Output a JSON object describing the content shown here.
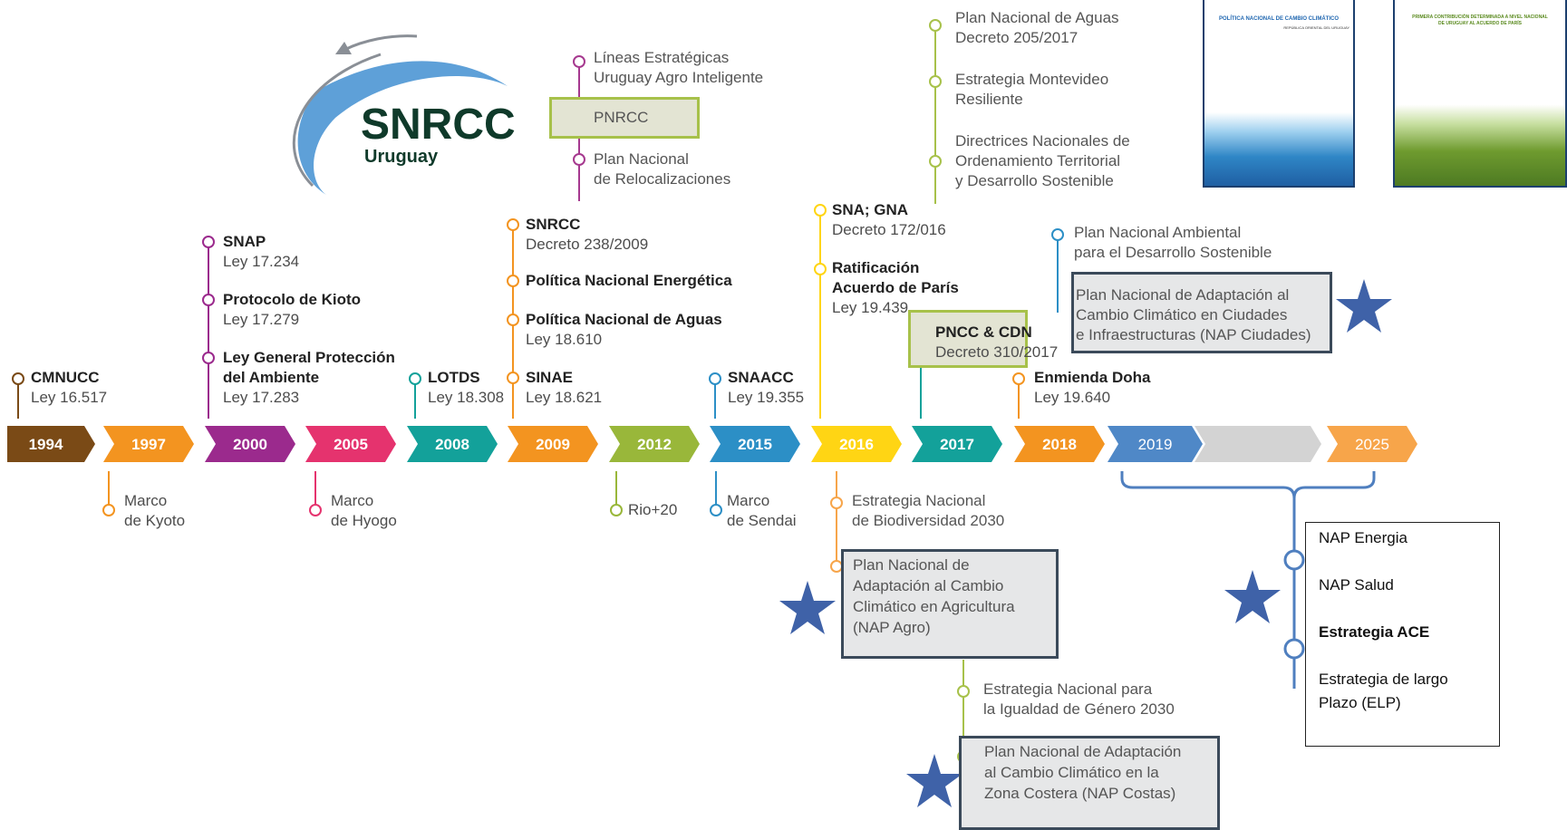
{
  "logo": {
    "text": "SNRCC",
    "subtext": "Uruguay"
  },
  "timeline": {
    "years": [
      "1994",
      "1997",
      "2000",
      "2005",
      "2008",
      "2009",
      "2012",
      "2015",
      "2016",
      "2017",
      "2018",
      "2019",
      "",
      "2025"
    ],
    "colors": [
      "#7a4a16",
      "#f39420",
      "#9b2a8d",
      "#e5336e",
      "#13a19a",
      "#f39420",
      "#99b73a",
      "#2c8fc6",
      "#ffd514",
      "#13a19a",
      "#f39420",
      "#4f88c7",
      "#d3d3d3",
      "#f7a54a"
    ]
  },
  "above": {
    "1994": {
      "title": "CMNUCC",
      "sub": "Ley 16.517"
    },
    "2000": [
      {
        "title": "SNAP",
        "sub": "Ley 17.234"
      },
      {
        "title": "Protocolo de Kioto",
        "sub": "Ley 17.279"
      },
      {
        "title1": "Ley General Protección",
        "title2": "del Ambiente",
        "sub": "Ley 17.283"
      }
    ],
    "2008": {
      "title": "LOTDS",
      "sub": "Ley 18.308"
    },
    "2009": [
      {
        "title": "SNRCC",
        "sub": "Decreto 238/2009"
      },
      {
        "title": "Política Nacional Energética"
      },
      {
        "title": "Política Nacional de Aguas",
        "sub": "Ley 18.610"
      },
      {
        "title": "SINAE",
        "sub": "Ley 18.621"
      }
    ],
    "2009_top": [
      {
        "l1": "Líneas Estratégicas",
        "l2": "Uruguay Agro Inteligente"
      },
      {
        "l1": "PNRCC"
      },
      {
        "l1": "Plan Nacional",
        "l2": "de Relocalizaciones"
      }
    ],
    "2015": {
      "title": "SNAACC",
      "sub": "Ley 19.355"
    },
    "2016": [
      {
        "title": "SNA; GNA",
        "sub": "Decreto 172/016"
      },
      {
        "title1": "Ratificación",
        "title2": "Acuerdo de París",
        "sub": "Ley 19.439"
      }
    ],
    "2017": {
      "title": "PNCC & CDN",
      "sub": "Decreto 310/2017"
    },
    "2017_top": [
      {
        "l1": "Plan Nacional de Aguas",
        "l2": "Decreto 205/2017"
      },
      {
        "l1": "Estrategia Montevideo",
        "l2": "Resiliente"
      },
      {
        "l1": "Directrices Nacionales de",
        "l2": "Ordenamiento Territorial",
        "l3": "y Desarrollo Sostenible"
      }
    ],
    "2018": [
      {
        "l1": "Plan Nacional Ambiental",
        "l2": "para el Desarrollo Sostenible"
      },
      {
        "l1": "Plan Nacional de Adaptación al",
        "l2": "Cambio Climático en Ciudades",
        "l3": "e Infraestructuras (NAP Ciudades)"
      },
      {
        "title": "Enmienda Doha",
        "sub": "Ley 19.640"
      }
    ]
  },
  "below": {
    "1997": {
      "l1": "Marco",
      "l2": "de Kyoto"
    },
    "2005": {
      "l1": "Marco",
      "l2": "de Hyogo"
    },
    "2012": {
      "l1": "Rio+20"
    },
    "2015": {
      "l1": "Marco",
      "l2": "de Sendai"
    },
    "2016": [
      {
        "l1": "Estrategia Nacional",
        "l2": "de Biodiversidad 2030"
      },
      {
        "l1": "Plan Nacional de",
        "l2": "Adaptación al Cambio",
        "l3": "Climático en Agricultura",
        "l4": "(NAP Agro)"
      },
      {
        "l1": "Estrategia Nacional para",
        "l2": "la Igualdad de Género 2030"
      },
      {
        "l1": "Plan Nacional de Adaptación",
        "l2": "al Cambio Climático en la",
        "l3": "Zona Costera (NAP Costas)"
      }
    ]
  },
  "future_box": {
    "items": [
      "NAP Energia",
      "NAP Salud",
      "Estrategia ACE",
      "Estrategia de largo",
      "Plazo (ELP)"
    ]
  },
  "docs": {
    "doc1": {
      "title": "POLÍTICA NACIONAL DE CAMBIO CLIMÁTICO",
      "sub": "REPÚBLICA ORIENTAL DEL URUGUAY"
    },
    "doc2": {
      "title": "PRIMERA CONTRIBUCIÓN DETERMINADA A NIVEL NACIONAL",
      "sub": "DE URUGUAY AL ACUERDO DE PARÍS"
    }
  }
}
